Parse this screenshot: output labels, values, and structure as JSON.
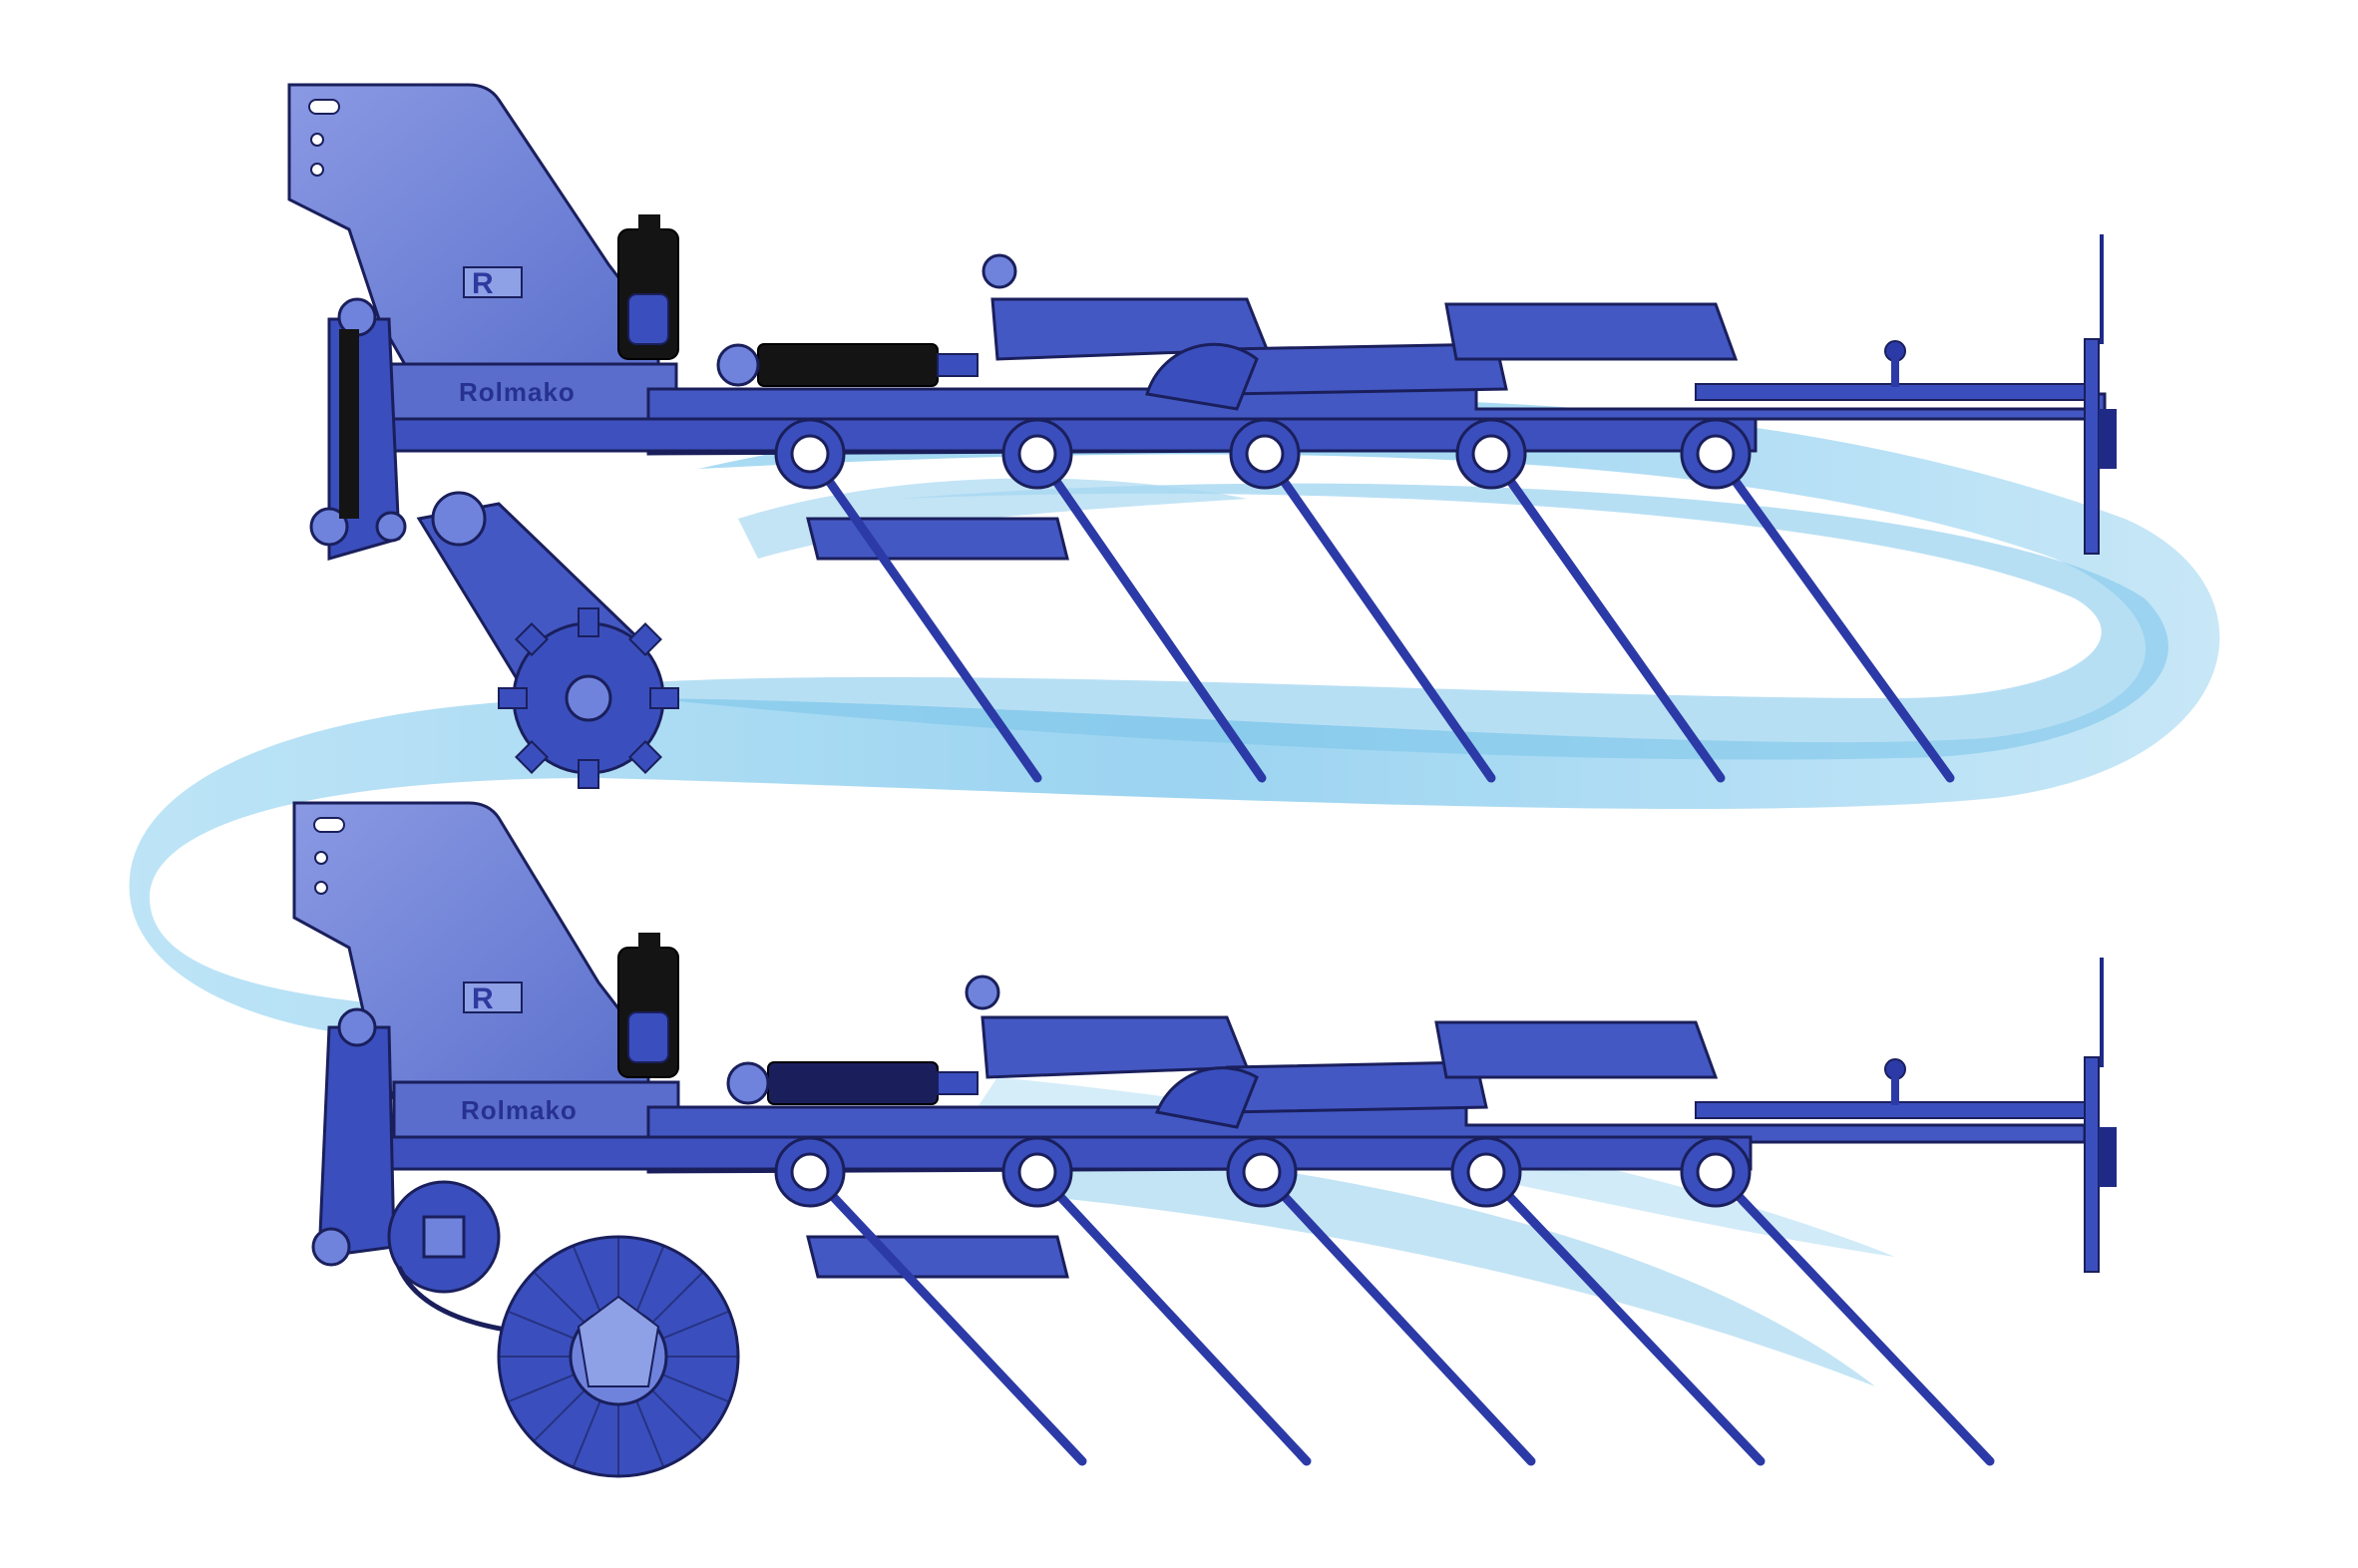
{
  "brand": {
    "wordmark": "Rolmako",
    "emblem": "R"
  },
  "colors": {
    "frame_blue": "#3a4fbd",
    "frame_blue_light": "#6f83dc",
    "frame_blue_dark": "#1f2a86",
    "outline": "#1a1f5c",
    "water_light": "#bfe3f6",
    "water_mid": "#8fcdee",
    "water_deep": "#5fb8e6",
    "cylinder_black": "#141414"
  },
  "machines": [
    {
      "id": "top",
      "soil_tool": "crumbler-star-roller",
      "tine_count": 5
    },
    {
      "id": "bottom",
      "soil_tool": "disc-roller",
      "tine_count": 5
    }
  ]
}
